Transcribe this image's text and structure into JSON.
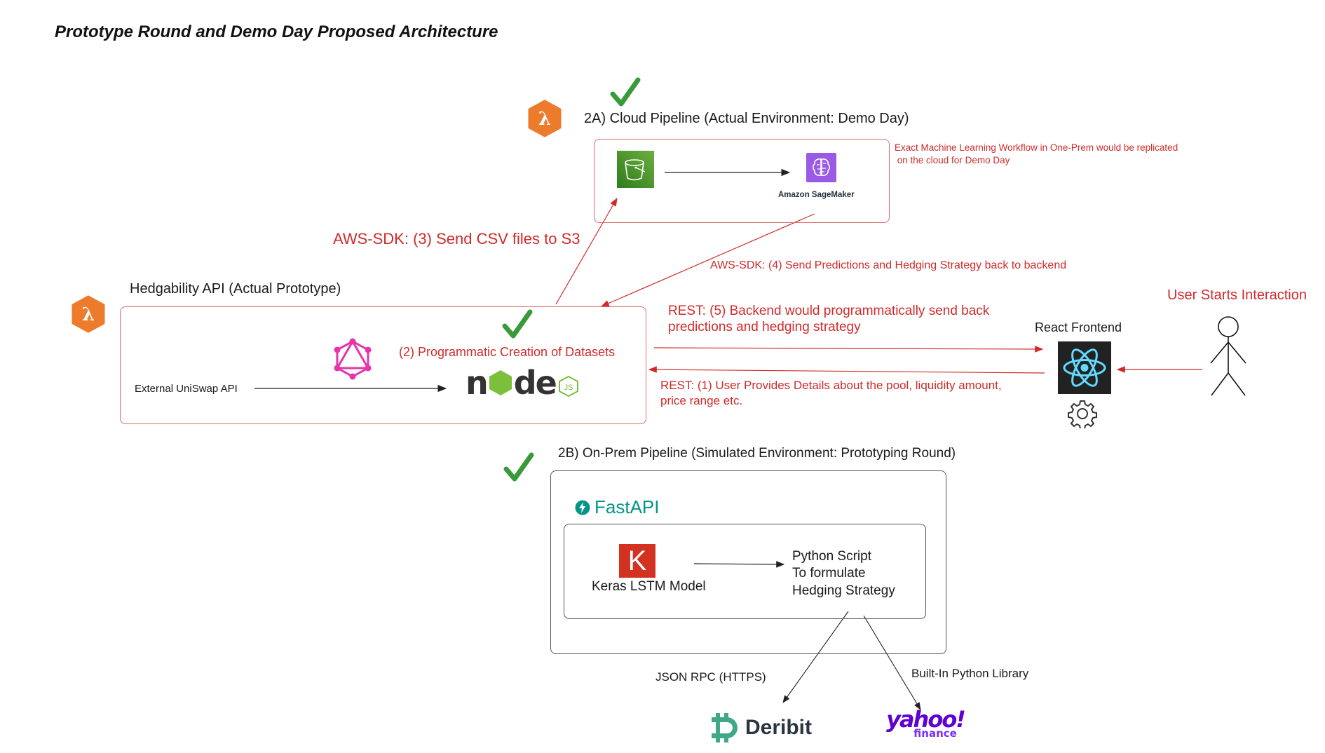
{
  "title": "Prototype Round and Demo Day Proposed Architecture",
  "cloud_pipeline": {
    "label": "2A) Cloud Pipeline (Actual Environment: Demo Day)",
    "sagemaker_label": "Amazon SageMaker",
    "note_line1": "Exact Machine Learning Workflow in One-Prem would be replicated",
    "note_line2": " on the cloud for Demo Day",
    "status": "checkmark",
    "icons": [
      "aws-lambda-icon",
      "s3-bucket-icon",
      "sagemaker-icon"
    ]
  },
  "edges": {
    "step3": "AWS-SDK: (3) Send CSV files to S3",
    "step4": "AWS-SDK: (4) Send Predictions and Hedging Strategy back to backend",
    "step5_line1": "REST: (5) Backend would programmatically send back",
    "step5_line2": "predictions and hedging strategy",
    "step1_line1": "REST: (1) User Provides Details about the pool, liquidity amount,",
    "step1_line2": "price range etc.",
    "json_rpc": "JSON RPC (HTTPS)",
    "builtin_lib": "Built-In Python Library"
  },
  "hedgability_api": {
    "label": "Hedgability API (Actual Prototype)",
    "step2": "(2) Programmatic Creation of Datasets",
    "external_api": "External UniSwap API",
    "node_logo": "node",
    "node_badge": "JS",
    "status": "checkmark",
    "icons": [
      "aws-lambda-icon",
      "graphql-icon",
      "nodejs-icon"
    ]
  },
  "frontend": {
    "label": "React Frontend",
    "user_label": "User Starts Interaction",
    "icons": [
      "react-icon",
      "gear-icon",
      "user-stick-figure-icon"
    ]
  },
  "onprem_pipeline": {
    "label": "2B) On-Prem Pipeline (Simulated Environment: Prototyping Round)",
    "fastapi": "FastAPI",
    "keras_letter": "K",
    "keras_label": "Keras LSTM Model",
    "python_line1": "Python Script",
    "python_line2": "To formulate",
    "python_line3": "Hedging Strategy",
    "status": "checkmark"
  },
  "data_sources": {
    "deribit": "Deribit",
    "yahoo": "yahoo!",
    "yahoo_sub": "finance"
  },
  "colors": {
    "red": "#d12a2a",
    "check_green": "#3a9a3a",
    "lambda_orange": "#ec7b2c",
    "s3_green": "#3f8f24",
    "sagemaker_purple": "#9b5ae6",
    "graphql_pink": "#e535ab",
    "react_cyan": "#61dafb",
    "fastapi_teal": "#059488",
    "keras_red": "#d2321f",
    "deribit_teal": "#3fa888",
    "yahoo_purple": "#5f01d1"
  }
}
